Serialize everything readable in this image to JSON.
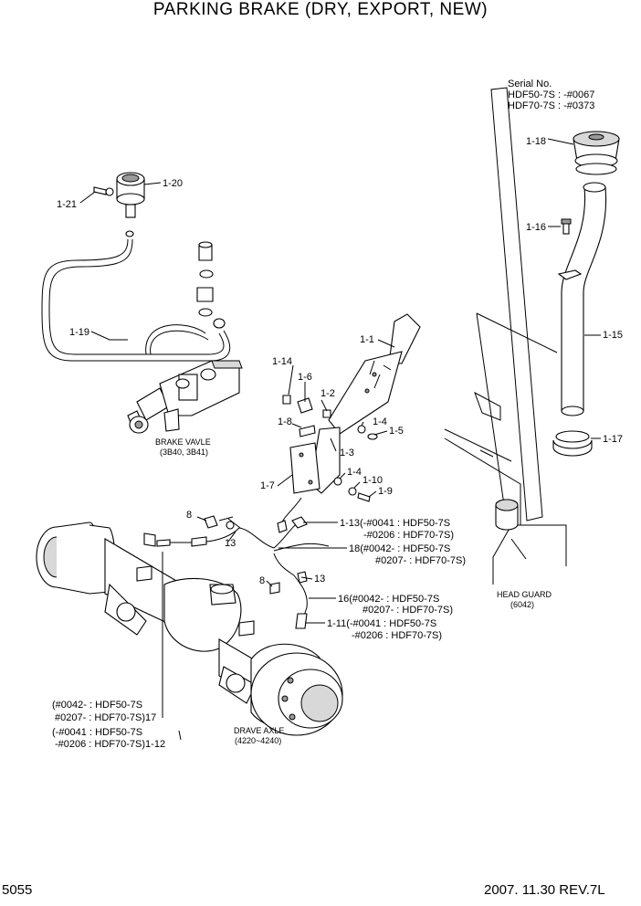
{
  "title": "PARKING BRAKE (DRY, EXPORT, NEW)",
  "page_number": "5055",
  "revision": "2007. 11.30 REV.7L",
  "serial": {
    "heading": "Serial No.",
    "line1": "HDF50-7S : -#0067",
    "line2": "HDF70-7S : -#0373"
  },
  "parts": {
    "p1_1": "1-1",
    "p1_2": "1-2",
    "p1_3": "1-3",
    "p1_4a": "1-4",
    "p1_4b": "1-4",
    "p1_5": "1-5",
    "p1_6": "1-6",
    "p1_7": "1-7",
    "p1_8": "1-8",
    "p1_9": "1-9",
    "p1_10": "1-10",
    "p1_14": "1-14",
    "p1_15": "1-15",
    "p1_16": "1-16",
    "p1_17": "1-17",
    "p1_18": "1-18",
    "p1_19": "1-19",
    "p1_20": "1-20",
    "p1_21": "1-21",
    "p8a": "8",
    "p8b": "8",
    "p13a": "13",
    "p13b": "13"
  },
  "callouts": {
    "c1_13_a": "1-13(-#0041 : HDF50-7S",
    "c1_13_b": "-#0206 : HDF70-7S)",
    "c18_a": "18(#0042- : HDF50-7S",
    "c18_b": "#0207- : HDF70-7S)",
    "c16_a": "16(#0042- : HDF50-7S",
    "c16_b": "#0207- : HDF70-7S)",
    "c1_11_a": "1-11(-#0041 : HDF50-7S",
    "c1_11_b": "-#0206 : HDF70-7S)",
    "c17_a": "(#0042- : HDF50-7S",
    "c17_b": "#0207- : HDF70-7S)17",
    "c1_12_a": "(-#0041 : HDF50-7S",
    "c1_12_b": "-#0206 : HDF70-7S)1-12"
  },
  "assemblies": {
    "brake_valve": "BRAKE VAVLE",
    "brake_valve_ref": "(3B40, 3B41)",
    "drive_axle": "DRAVE AXLE",
    "drive_axle_ref": "(4220~4240)",
    "head_guard": "HEAD GUARD",
    "head_guard_ref": "(6042)"
  }
}
